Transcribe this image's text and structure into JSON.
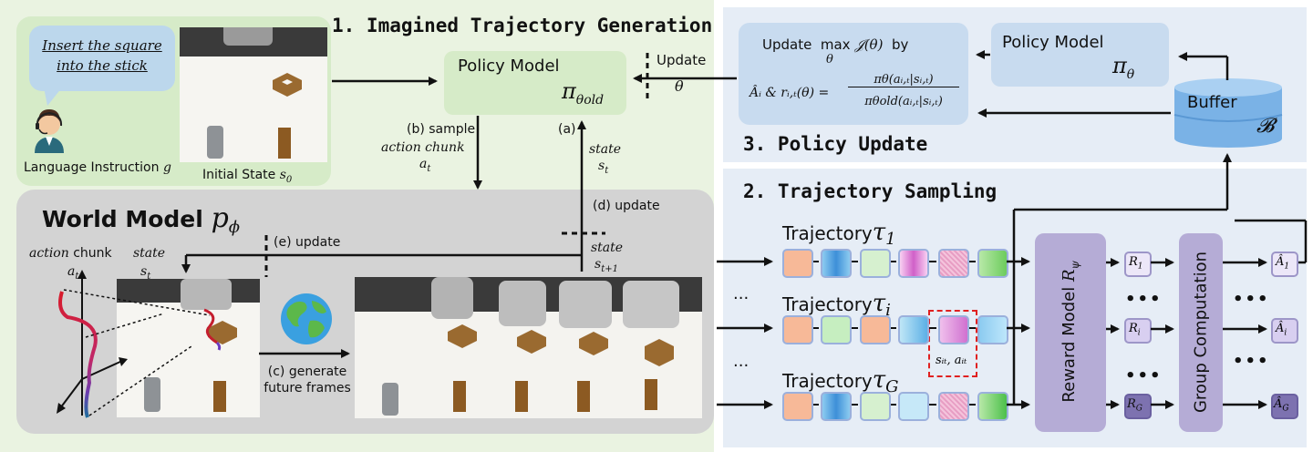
{
  "sections": {
    "imagined": "1. Imagined Trajectory Generation",
    "policy_update": "3. Policy Update",
    "sampling": "2. Trajectory Sampling",
    "world_model": "World Model",
    "world_model_sym": "p",
    "world_model_sub": "ϕ"
  },
  "instruction": {
    "text_line1": "Insert the square",
    "text_line2": "into the stick",
    "caption": "Language Instruction",
    "caption_sym": "g"
  },
  "initial_state": {
    "caption": "Initial State",
    "sym": "s",
    "sub": "0"
  },
  "policy_old": {
    "title": "Policy Model",
    "sym": "π",
    "sub": "θold"
  },
  "update_theta": {
    "label": "Update",
    "sym": "θ"
  },
  "sample": {
    "label_b": "(b) sample",
    "line2": "action chunk",
    "sym": "a",
    "sub": "t"
  },
  "state_a": {
    "label": "(a)",
    "line2": "state",
    "sym": "s",
    "sub": "t"
  },
  "update_d": {
    "label": "(d) update"
  },
  "state_next": {
    "line1": "state",
    "sym": "s",
    "sub": "t+1"
  },
  "update_e": {
    "label": "(e) update"
  },
  "wm_left": {
    "action_word": "action",
    "chunk": "chunk",
    "sym_a": "a",
    "sub_a": "t",
    "state": "state",
    "sym_s": "s",
    "sub_s": "t"
  },
  "generate": {
    "line1": "(c) generate",
    "line2": "future frames"
  },
  "update_box": {
    "update": "Update",
    "max": "max",
    "J": "𝒥(θ)",
    "by": "by",
    "theta": "θ",
    "adv": "Âᵢ & rᵢ,ₜ(θ) =",
    "num": "πθ(aᵢ,ₜ|sᵢ,ₜ)",
    "den": "πθold(aᵢ,ₜ|sᵢ,ₜ)"
  },
  "policy_new": {
    "title": "Policy Model",
    "sym": "π",
    "sub": "θ"
  },
  "buffer": {
    "title": "Buffer",
    "sym": "𝓑"
  },
  "trajectories": [
    {
      "label": "Trajectory",
      "sym": "τ",
      "sub": "1"
    },
    {
      "label": "Trajectory",
      "sym": "τ",
      "sub": "i"
    },
    {
      "label": "Trajectory",
      "sym": "τ",
      "sub": "G"
    }
  ],
  "highlight": {
    "text": "sᵢₜ, aᵢₜ"
  },
  "reward_model": {
    "label": "Reward Model",
    "sym": "R",
    "sub": "ψ"
  },
  "rewards": [
    "R₁",
    "Rᵢ",
    "R_G"
  ],
  "reward_labels": [
    {
      "sym": "R",
      "sub": "1"
    },
    {
      "sym": "R",
      "sub": "i"
    },
    {
      "sym": "R",
      "sub": "G"
    }
  ],
  "group": {
    "label": "Group Computation"
  },
  "advantages": [
    {
      "sym": "Â",
      "sub": "1"
    },
    {
      "sym": "Â",
      "sub": "i"
    },
    {
      "sym": "Â",
      "sub": "G"
    }
  ],
  "ellipsis": "...",
  "ellipsis_dots": "•••",
  "colors": {
    "green_panel": "#e9f3df",
    "gray_panel": "#d9d9d9",
    "blue_panel": "#e6edf6",
    "purple_box": "#b6acd4",
    "highlight_red": "#e02020"
  }
}
